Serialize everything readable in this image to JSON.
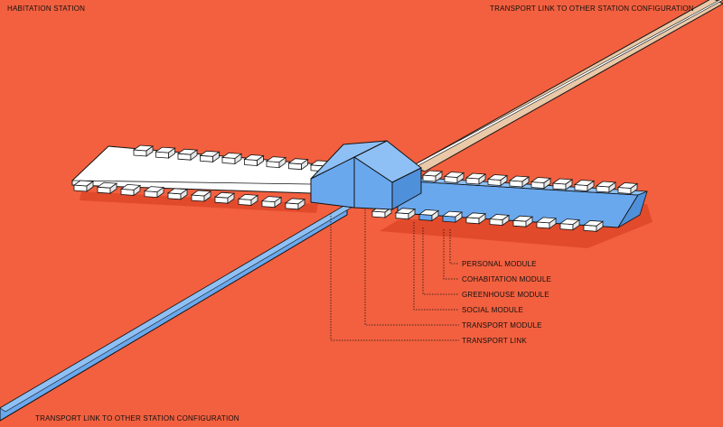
{
  "labels": {
    "title": "HABITATION STATION",
    "top_link": "TRANSPORT LINK TO OTHER STATION CONFIGURATION",
    "bottom_link": "TRANSPORT LINK TO OTHER STATION CONFIGURATION"
  },
  "legend": {
    "personal_module": "PERSONAL MODULE",
    "cohabitation_module": "COHABITATION MODULE",
    "greenhouse_module": "GREENHOUSE MODULE",
    "social_module": "SOCIAL MODULE",
    "transport_module": "TRANSPORT MODULE",
    "transport_link": "TRANSPORT LINK"
  },
  "colors": {
    "background": "#f2603f",
    "shadow": "#e24a2c",
    "white": "#ffffff",
    "blue": "#6aa8ee",
    "outline": "#141414",
    "link_tan": "#e9c9a8"
  }
}
